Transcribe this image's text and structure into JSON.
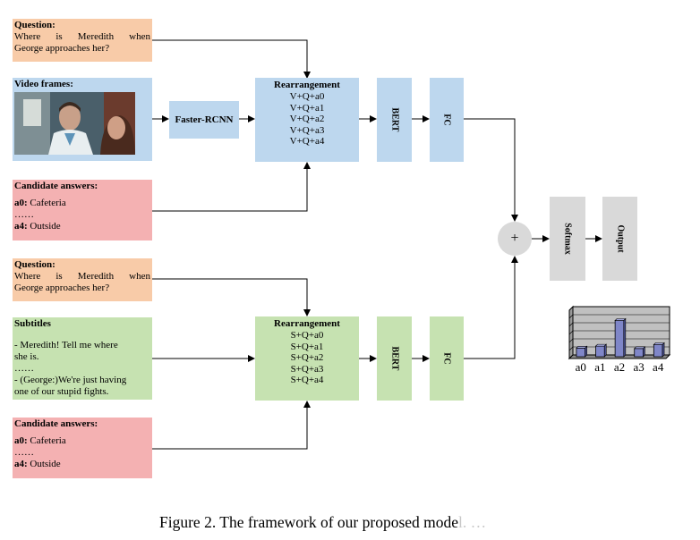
{
  "caption": {
    "text": "Figure 2. The framework of our proposed mode",
    "faded": "l. …"
  },
  "top": {
    "question": {
      "label": "Question:",
      "line1_words": [
        "Where",
        "is",
        "Meredith",
        "when"
      ],
      "line2": "George approaches her?"
    },
    "video": {
      "label": "Video frames:"
    },
    "faster_rcnn": "Faster-RCNN",
    "candidates": {
      "label": "Candidate answers:",
      "a0_key": "a0:",
      "a0_val": " Cafeteria",
      "dots": "……",
      "a4_key": "a4:",
      "a4_val": " Outside"
    },
    "rearrangement": {
      "title": "Rearrangement",
      "items": [
        "V+Q+a0",
        "V+Q+a1",
        "V+Q+a2",
        "V+Q+a3",
        "V+Q+a4"
      ]
    },
    "bert": "BERT",
    "fc": "FC"
  },
  "bottom": {
    "question": {
      "label": "Question:",
      "line1_words": [
        "Where",
        "is",
        "Meredith",
        "when"
      ],
      "line2": "George approaches her?"
    },
    "subtitles": {
      "label": "Subtitles",
      "line1": "- Meredith! Tell me where",
      "line2": "she is.",
      "dots": "……",
      "line3": "- (George:)We're just having",
      "line4": "one of our stupid fights."
    },
    "candidates": {
      "label": "Candidate answers:",
      "a0_key": "a0:",
      "a0_val": " Cafeteria",
      "dots": "……",
      "a4_key": "a4:",
      "a4_val": " Outside"
    },
    "rearrangement": {
      "title": "Rearrangement",
      "items": [
        "S+Q+a0",
        "S+Q+a1",
        "S+Q+a2",
        "S+Q+a3",
        "S+Q+a4"
      ]
    },
    "bert": "BERT",
    "fc": "FC"
  },
  "plus": "+",
  "softmax": "Softmax",
  "output": "Output",
  "chart_data": {
    "type": "bar",
    "categories": [
      "a0",
      "a1",
      "a2",
      "a3",
      "a4"
    ],
    "values": [
      0.18,
      0.22,
      0.75,
      0.17,
      0.25
    ],
    "ylim": [
      0,
      1
    ],
    "grid": true,
    "colors": {
      "bar": "#7f86c8",
      "grid_bg": "#c0c0c0"
    }
  }
}
